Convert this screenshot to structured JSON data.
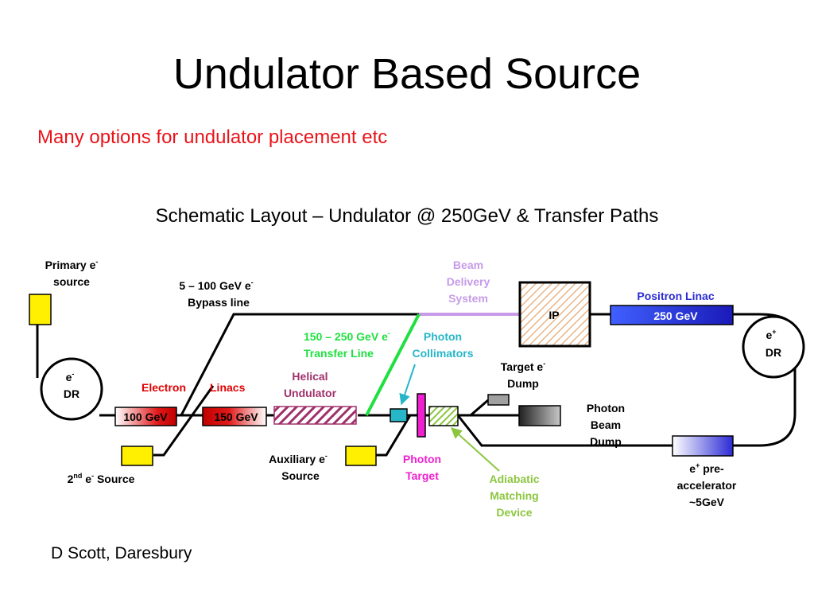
{
  "title": "Undulator Based Source",
  "subtitle": "Many options for undulator placement etc",
  "caption": "Schematic Layout – Undulator @ 250GeV & Transfer Paths",
  "credit": "D Scott, Daresbury",
  "colors": {
    "subtitle": "#e8141a",
    "yellow_source": "#ffef00",
    "electron_label": "#e00000",
    "linac_fill": "#e01818",
    "undulator": "#a0306a",
    "beam_delivery": "#c79be8",
    "transfer_line": "#20e040",
    "photon_collimators": "#26b6c8",
    "photon_target": "#f020d0",
    "adiabatic": "#8cc63f",
    "positron_linac": "#2b2bd6",
    "ip_hatch": "#e8b58a"
  },
  "labels": {
    "primary_source_line1": "Primary e",
    "primary_source_line1_sup": "-",
    "primary_source_line2": "source",
    "bypass_line1": "5 – 100 GeV e",
    "bypass_line1_sup": "-",
    "bypass_line2": "Bypass line",
    "bds_line1": "Beam",
    "bds_line2": "Delivery",
    "bds_line3": "System",
    "ip": "IP",
    "positron_linac": "Positron Linac",
    "positron_energy": "250 GeV",
    "edr_line1": "e",
    "edr_line1_sup": "-",
    "edr_line2": "DR",
    "pdr_line1": "e",
    "pdr_line1_sup": "+",
    "pdr_line2": "DR",
    "transfer_line1": "150 – 250 GeV e",
    "transfer_line1_sup": "-",
    "transfer_line2": "Transfer Line",
    "collimators_line1": "Photon",
    "collimators_line2": "Collimators",
    "target_dump_line1": "Target e",
    "target_dump_line1_sup": "-",
    "target_dump_line2": "Dump",
    "electron": "Electron",
    "linacs": "Linacs",
    "helical_line1": "Helical",
    "helical_line2": "Undulator",
    "linac1_energy": "100 GeV",
    "linac2_energy": "150 GeV",
    "photon_beam_dump_line1": "Photon",
    "photon_beam_dump_line2": "Beam",
    "photon_beam_dump_line3": "Dump",
    "second_source_pre": "2",
    "second_source_sup": "nd",
    "second_source_mid": " e",
    "second_source_sup2": "-",
    "second_source_post": " Source",
    "aux_source_line1": "Auxiliary e",
    "aux_source_line1_sup": "-",
    "aux_source_line2": "Source",
    "photon_target_line1": "Photon",
    "photon_target_line2": "Target",
    "adiabatic_line1": "Adiabatic",
    "adiabatic_line2": "Matching",
    "adiabatic_line3": "Device",
    "preacc_line1_pre": "e",
    "preacc_line1_sup": "+",
    "preacc_line1_post": " pre-",
    "preacc_line2": "accelerator",
    "preacc_line3": "~5GeV"
  }
}
